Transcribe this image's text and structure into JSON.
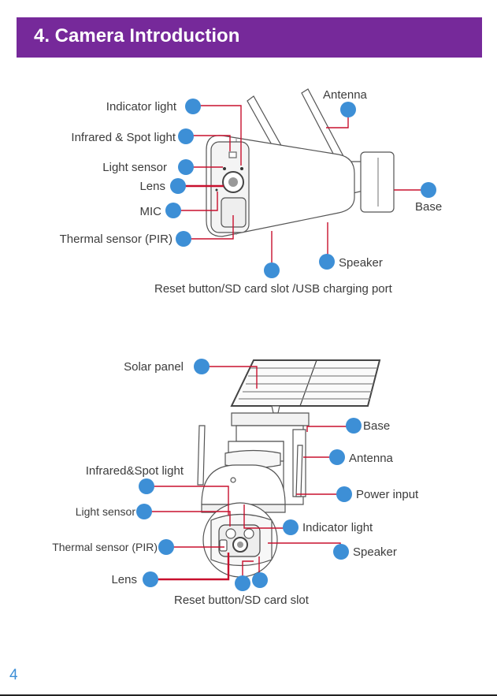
{
  "header": {
    "title": "4. Camera Introduction"
  },
  "colors": {
    "accent": "#76299a",
    "callout_dot": "#3d8fd6",
    "leader_line": "#c8102e"
  },
  "diagram1": {
    "labels": {
      "indicator_light": "Indicator light",
      "infrared_spot_light": "Infrared & Spot light",
      "light_sensor": "Light sensor",
      "lens": "Lens",
      "mic": "MIC",
      "thermal_sensor": "Thermal sensor (PIR)",
      "antenna": "Antenna",
      "base": "Base",
      "speaker": "Speaker",
      "reset_port": "Reset button/SD card slot /USB charging port"
    }
  },
  "diagram2": {
    "labels": {
      "solar_panel": "Solar panel",
      "base": "Base",
      "antenna": "Antenna",
      "infrared_spot_light": "Infrared&Spot light",
      "power_input": "Power input",
      "light_sensor": "Light sensor",
      "indicator_light": "Indicator light",
      "thermal_sensor": "Thermal sensor (PIR)",
      "speaker": "Speaker",
      "lens": "Lens",
      "reset_sd": "Reset button/SD card slot"
    }
  },
  "footer": {
    "page_number": "4"
  }
}
